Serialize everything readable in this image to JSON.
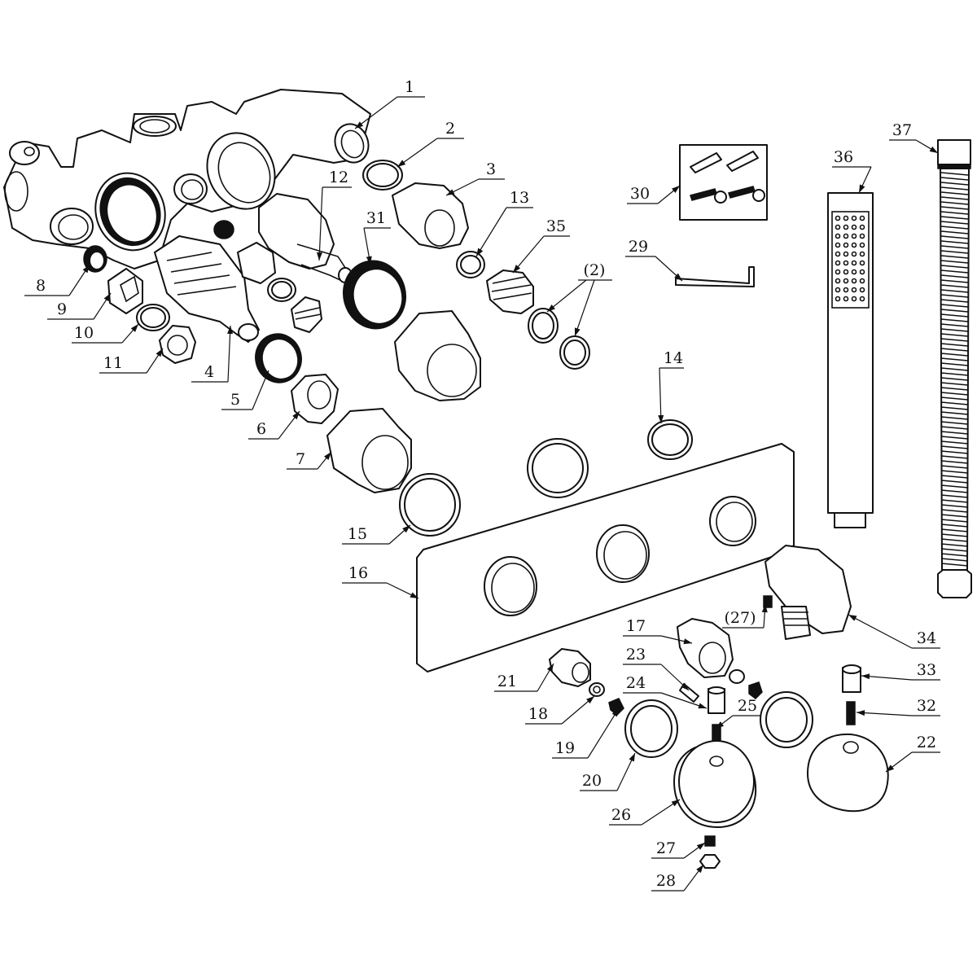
{
  "callouts": [
    {
      "id": "c1",
      "text": "1"
    },
    {
      "id": "c2",
      "text": "2"
    },
    {
      "id": "c3",
      "text": "3"
    },
    {
      "id": "c4",
      "text": "4"
    },
    {
      "id": "c5",
      "text": "5"
    },
    {
      "id": "c6",
      "text": "6"
    },
    {
      "id": "c7",
      "text": "7"
    },
    {
      "id": "c8",
      "text": "8"
    },
    {
      "id": "c9",
      "text": "9"
    },
    {
      "id": "c10",
      "text": "10"
    },
    {
      "id": "c11",
      "text": "11"
    },
    {
      "id": "c12",
      "text": "12"
    },
    {
      "id": "c13",
      "text": "13"
    },
    {
      "id": "c14",
      "text": "14"
    },
    {
      "id": "c15",
      "text": "15"
    },
    {
      "id": "c16",
      "text": "16"
    },
    {
      "id": "c17",
      "text": "17"
    },
    {
      "id": "c18",
      "text": "18"
    },
    {
      "id": "c19",
      "text": "19"
    },
    {
      "id": "c20",
      "text": "20"
    },
    {
      "id": "c21",
      "text": "21"
    },
    {
      "id": "c22",
      "text": "22"
    },
    {
      "id": "c23",
      "text": "23"
    },
    {
      "id": "c24",
      "text": "24"
    },
    {
      "id": "c25",
      "text": "25"
    },
    {
      "id": "c26",
      "text": "26"
    },
    {
      "id": "c27a",
      "text": "(27)"
    },
    {
      "id": "c27",
      "text": "27"
    },
    {
      "id": "c28",
      "text": "28"
    },
    {
      "id": "c29",
      "text": "29"
    },
    {
      "id": "c30",
      "text": "30"
    },
    {
      "id": "c31",
      "text": "31"
    },
    {
      "id": "c32",
      "text": "32"
    },
    {
      "id": "c33",
      "text": "33"
    },
    {
      "id": "c34",
      "text": "34"
    },
    {
      "id": "c35",
      "text": "35"
    },
    {
      "id": "c36",
      "text": "36"
    },
    {
      "id": "c37",
      "text": "37"
    },
    {
      "id": "c2b",
      "text": "(2)"
    }
  ],
  "colors": {
    "line": "#111111",
    "background": "#ffffff"
  }
}
